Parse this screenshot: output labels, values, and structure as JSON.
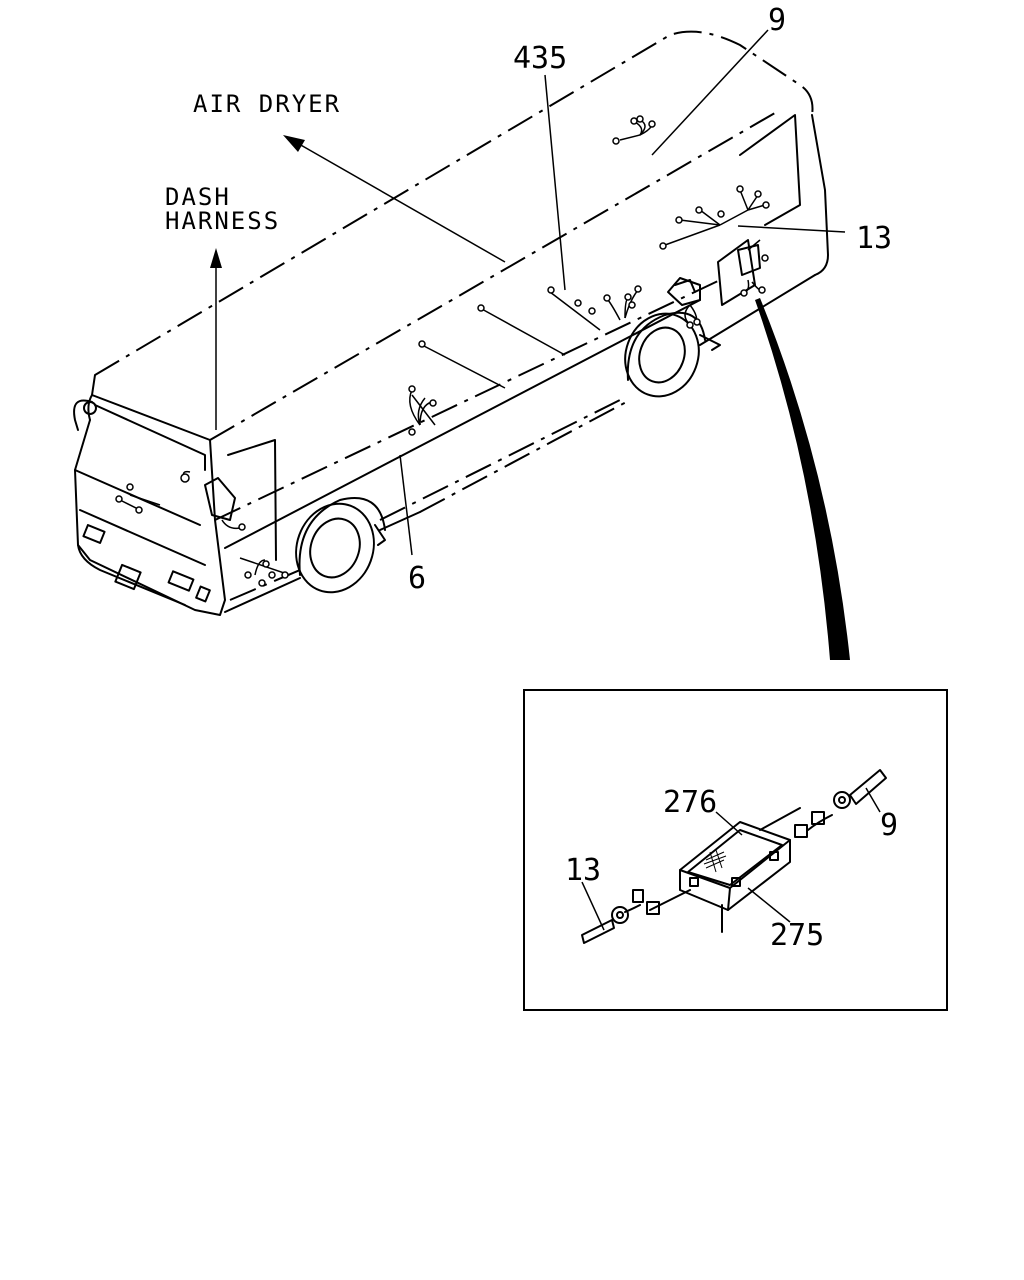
{
  "labels": {
    "air_dryer": "AIR DRYER",
    "dash_line1": "DASH",
    "dash_line2": "HARNESS",
    "callout_435": "435",
    "callout_9_top": "9",
    "callout_13_top": "13",
    "callout_6": "6",
    "callout_276": "276",
    "callout_9_detail": "9",
    "callout_13_detail": "13",
    "callout_275": "275"
  }
}
